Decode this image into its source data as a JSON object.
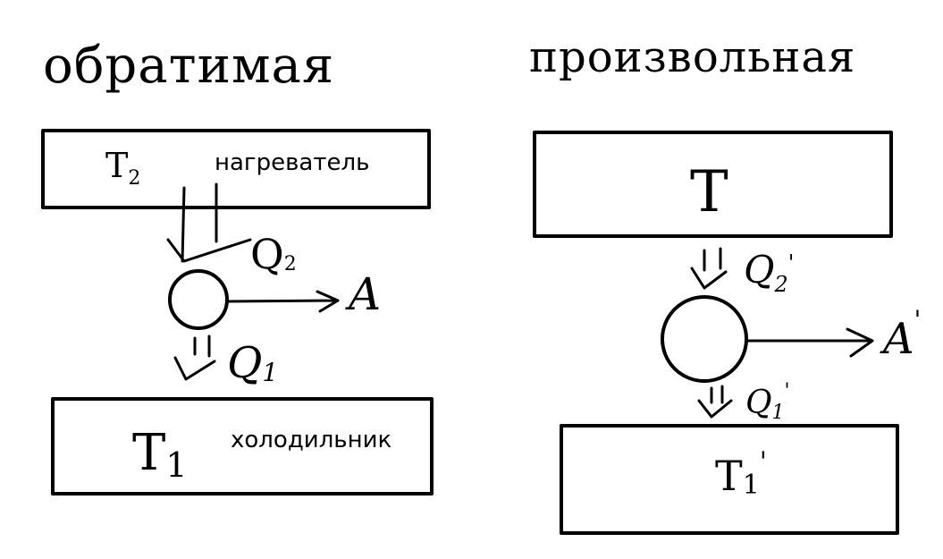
{
  "left": {
    "title": "обратимая",
    "heater": {
      "temp": "T",
      "temp_sub": "2",
      "label": "нагреватель"
    },
    "heat_in": {
      "symbol": "Q",
      "sub": "2"
    },
    "work": {
      "symbol": "A"
    },
    "heat_out": {
      "symbol": "Q",
      "sub": "1"
    },
    "cooler": {
      "temp": "T",
      "temp_sub": "1",
      "label": "холодильник"
    }
  },
  "right": {
    "title": "произвольная",
    "heater": {
      "temp": "T"
    },
    "heat_in": {
      "symbol": "Q",
      "sub": "2",
      "prime": "'"
    },
    "work": {
      "symbol": "A",
      "prime": "'"
    },
    "heat_out": {
      "symbol": "Q",
      "sub": "1",
      "prime": "'"
    },
    "cooler": {
      "temp": "T",
      "temp_sub": "1",
      "prime": "'"
    }
  }
}
